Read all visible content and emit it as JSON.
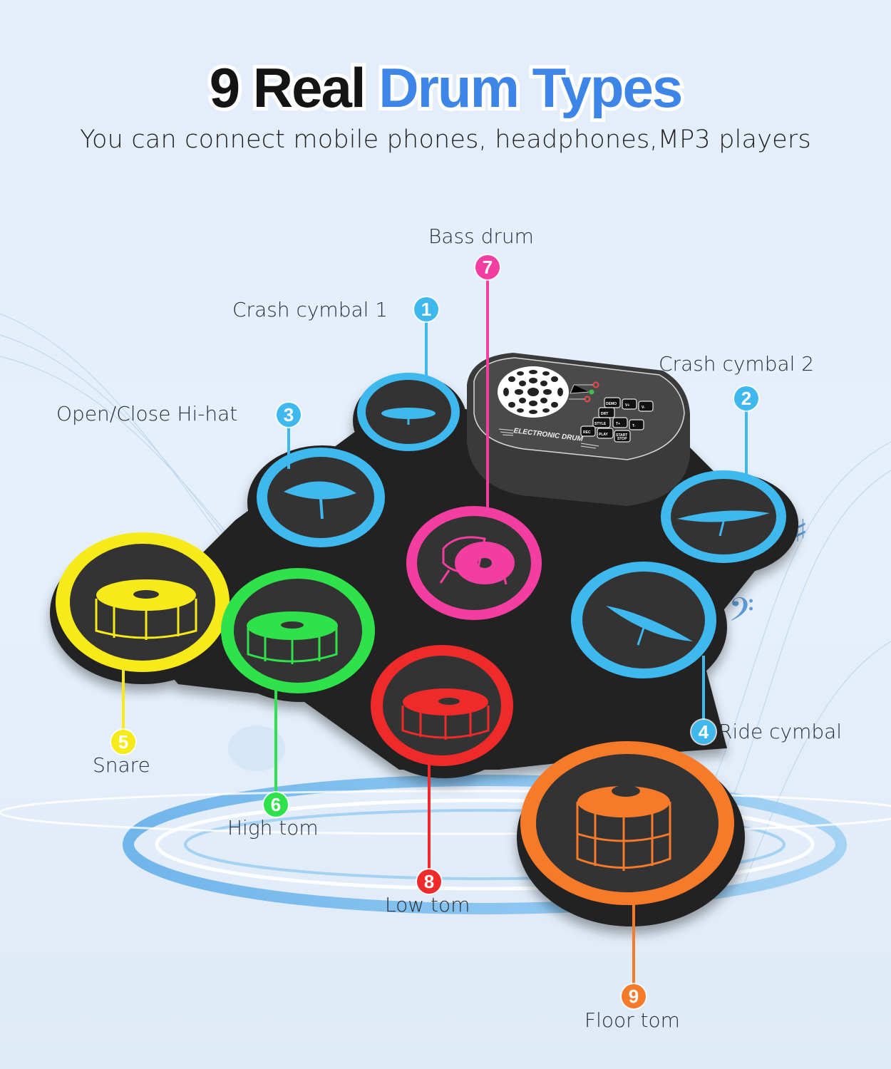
{
  "header": {
    "title_part1": "9 Real",
    "title_part2": "Drum Types",
    "subtitle": "You can connect mobile phones, headphones,MP3 players"
  },
  "colors": {
    "title_dark": "#141414",
    "title_blue": "#3d86e8",
    "pad_body": "#2b2b2b",
    "cyan": "#3fb8ee",
    "yellow": "#f6ea1a",
    "green": "#2fe14a",
    "pink": "#f23ea0",
    "red": "#ee2a2a",
    "orange": "#f57a2a"
  },
  "module": {
    "brand_text": "ELECTRONIC DRUM",
    "buttons": [
      "DEMO",
      "V+",
      "V-",
      "DRT",
      "STYLE",
      "T+",
      "T-",
      "REC",
      "PLAY",
      "START STOP"
    ],
    "indicator_leds": 3
  },
  "decorations": {
    "sharp_symbol": "♯",
    "bass_clef_symbol": "𝄢"
  },
  "drums": [
    {
      "number": "1",
      "label": "Crash cymbal 1",
      "color": "#3fb8ee"
    },
    {
      "number": "2",
      "label": "Crash cymbal 2",
      "color": "#3fb8ee"
    },
    {
      "number": "3",
      "label": "Open/Close Hi-hat",
      "color": "#3fb8ee"
    },
    {
      "number": "4",
      "label": "Ride cymbal",
      "color": "#3fb8ee"
    },
    {
      "number": "5",
      "label": "Snare",
      "color": "#f6ea1a"
    },
    {
      "number": "6",
      "label": "High tom",
      "color": "#2fe14a"
    },
    {
      "number": "7",
      "label": "Bass drum",
      "color": "#f23ea0"
    },
    {
      "number": "8",
      "label": "Low tom",
      "color": "#ee2a2a"
    },
    {
      "number": "9",
      "label": "Floor tom",
      "color": "#f57a2a"
    }
  ]
}
